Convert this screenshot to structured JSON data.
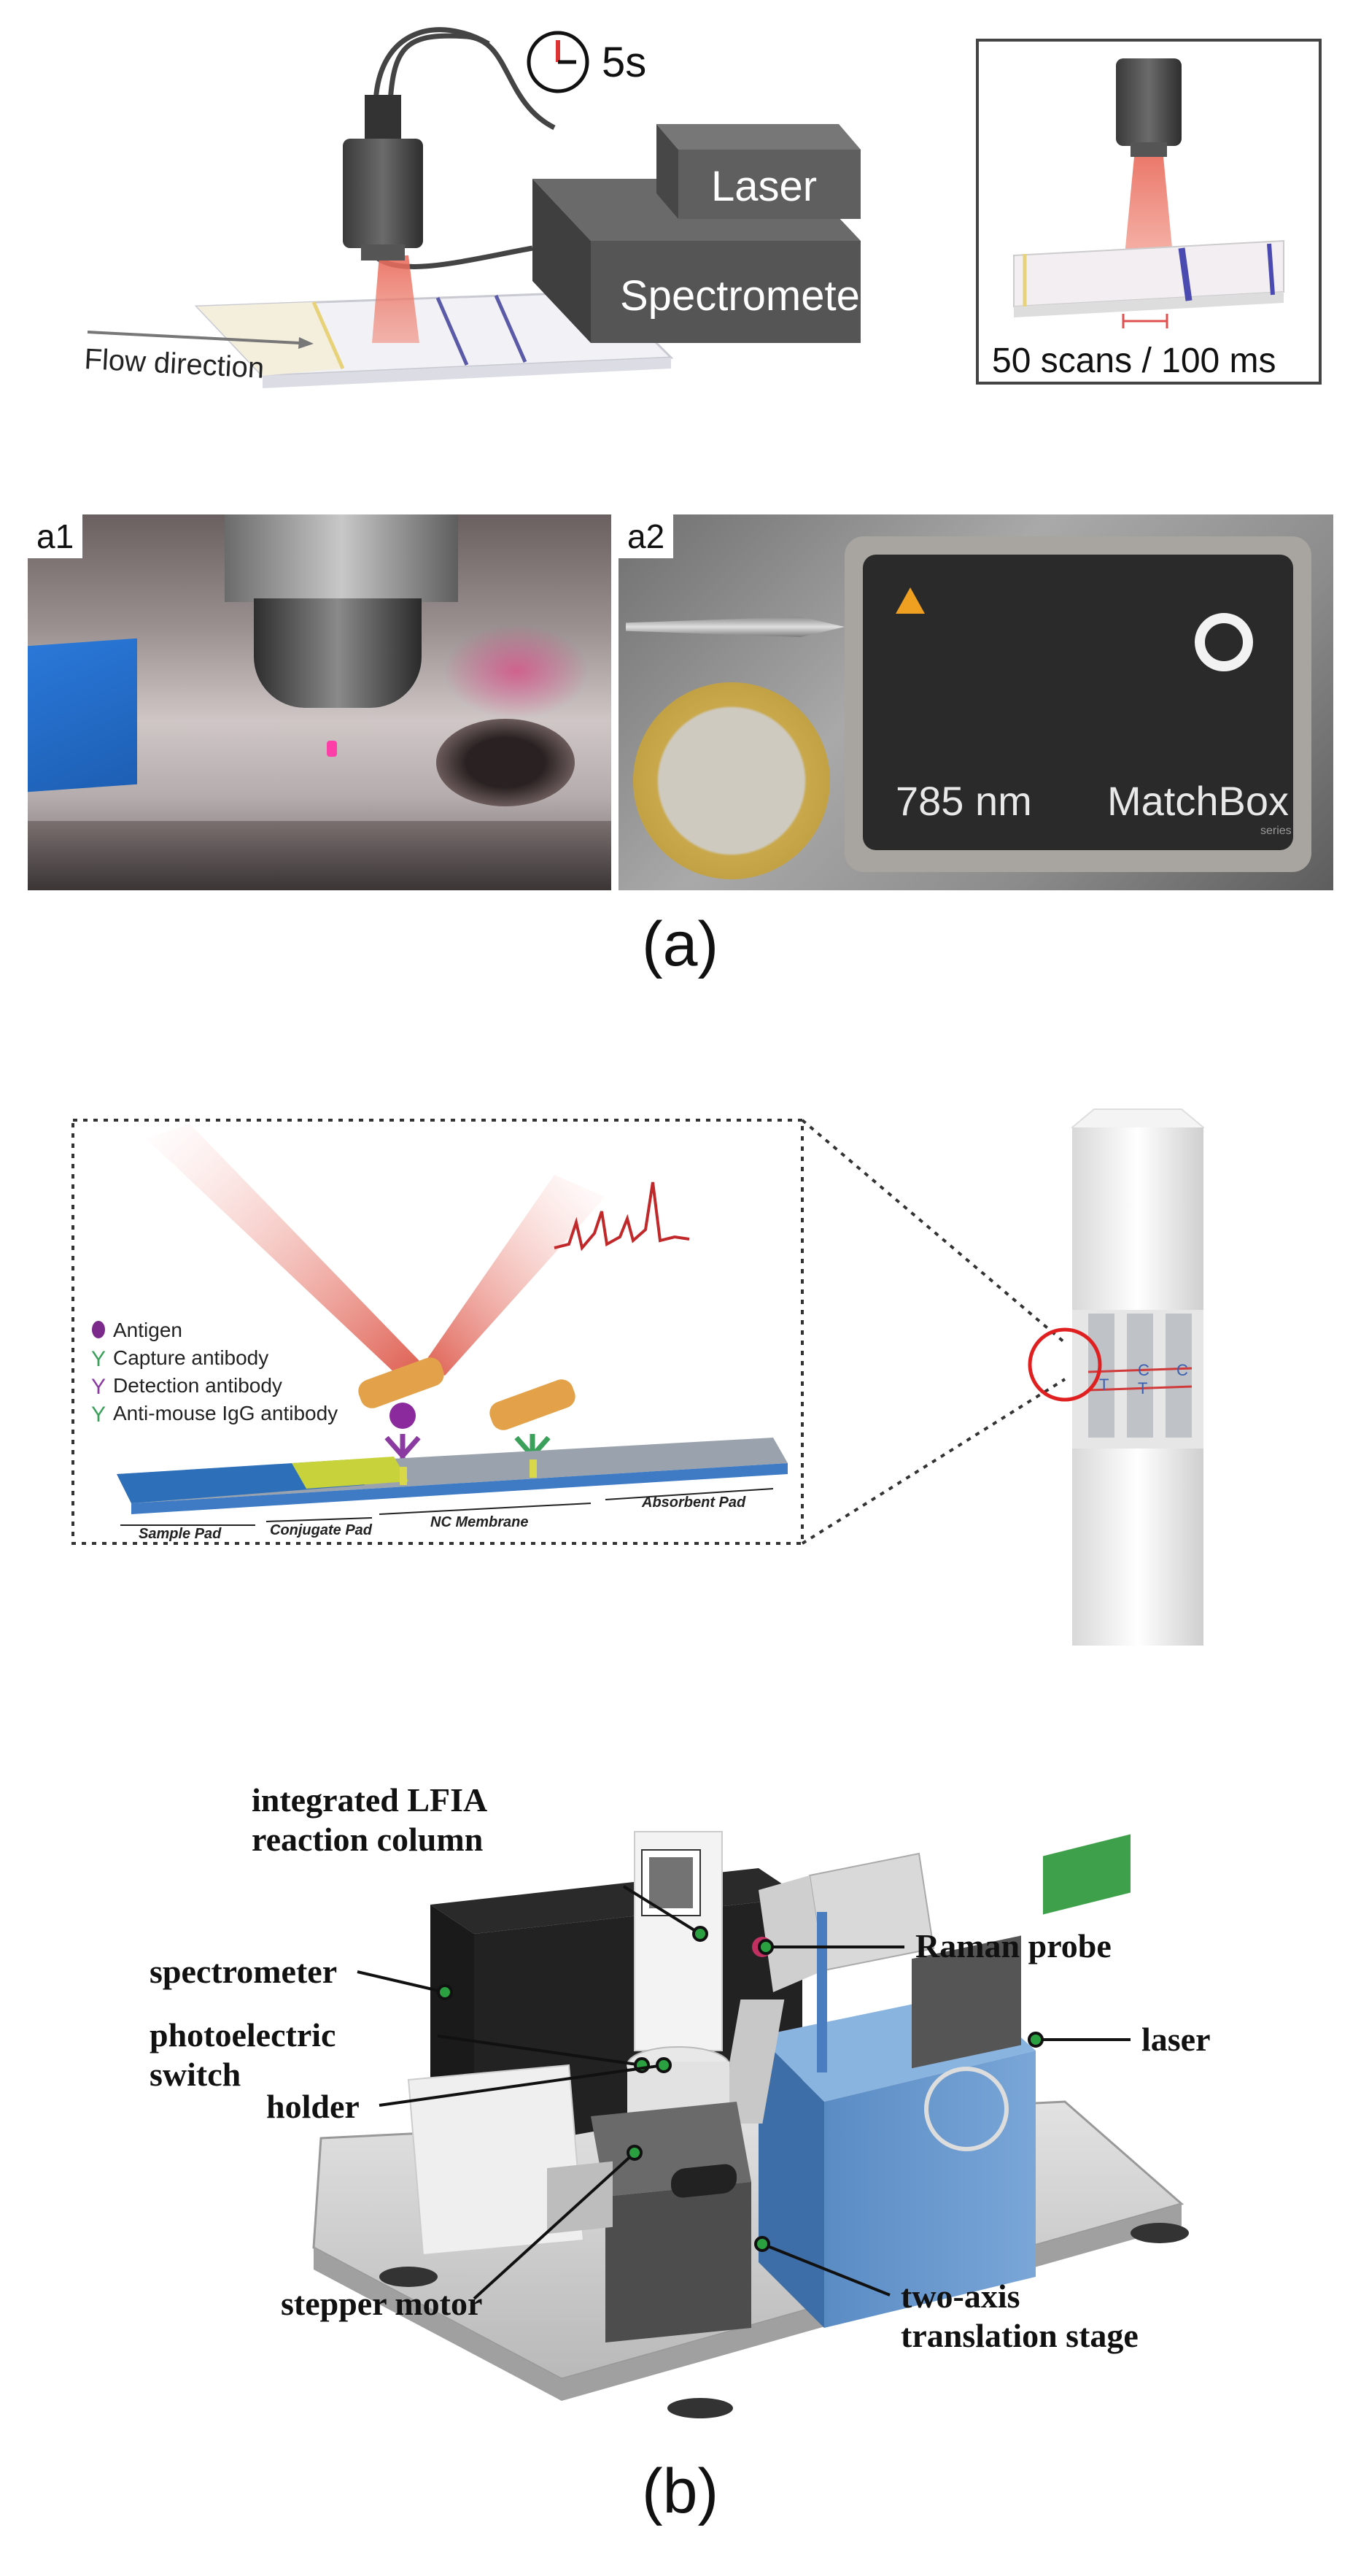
{
  "panel_a": {
    "timer_text": "5s",
    "laser_label": "Laser",
    "spectrometer_label": "Spectrometer",
    "flow_label": "Flow direction",
    "inset_caption": "50 scans / 100 ms",
    "photo_a1": {
      "tag": "a1"
    },
    "photo_a2": {
      "tag": "a2",
      "wavelength": "785 nm",
      "brand": "MatchBox",
      "brand_sub": "series"
    },
    "caption": "(a)"
  },
  "panel_b": {
    "legend": [
      {
        "label": "Antigen",
        "color": "#7b2a8c"
      },
      {
        "label": "Capture antibody",
        "color": "#3aa05a"
      },
      {
        "label": "Detection antibody",
        "color": "#8a3aa0"
      },
      {
        "label": "Anti-mouse IgG antibody",
        "color": "#3aa05a"
      }
    ],
    "strip_labels": [
      "Sample Pad",
      "Conjugate Pad",
      "NC Membrane",
      "Absorbent Pad"
    ],
    "callouts": {
      "reaction_column_line1": "integrated  LFIA",
      "reaction_column_line2": "reaction column",
      "raman_probe": "Raman probe",
      "spectrometer": "spectrometer",
      "photoelectric_line1": "photoelectric",
      "photoelectric_line2": "switch",
      "laser": "laser",
      "holder": "holder",
      "stepper_motor": "stepper motor",
      "stage_line1": "two-axis",
      "stage_line2": "translation stage"
    },
    "caption": "(b)"
  }
}
